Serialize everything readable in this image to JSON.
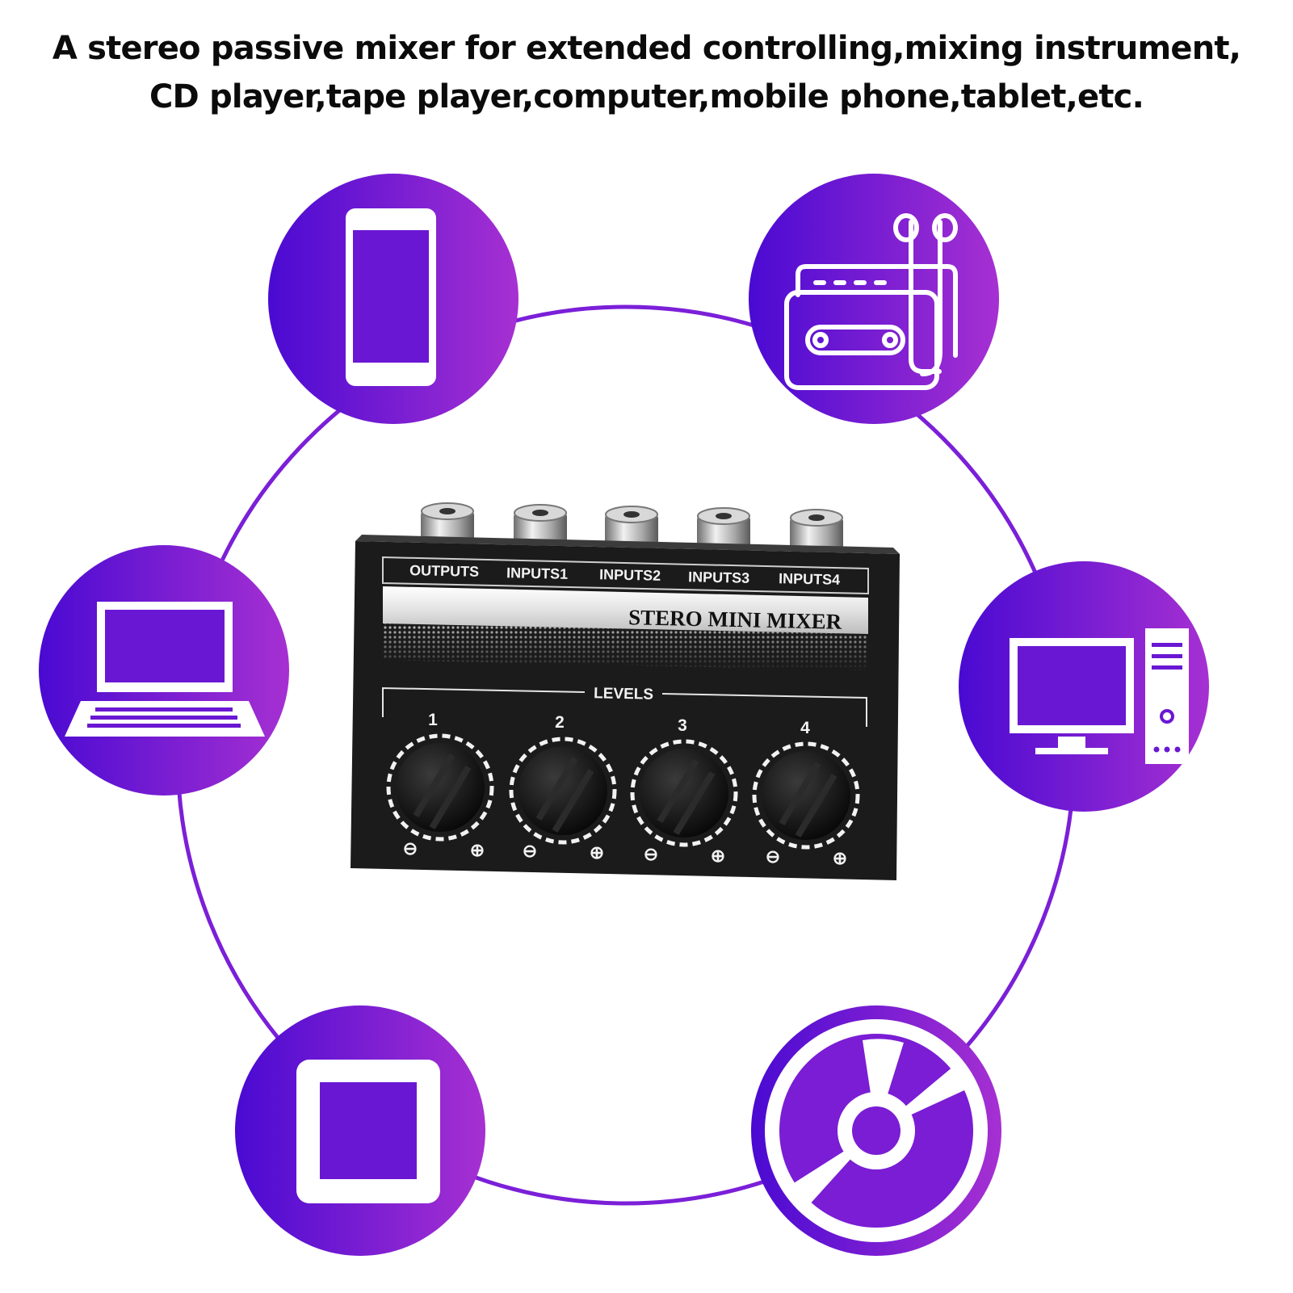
{
  "headline": {
    "line1": "A stereo passive mixer for extended controlling,mixing instrument,",
    "line2": "CD player,tape player,computer,mobile phone,tablet,etc."
  },
  "colors": {
    "gradient_start": "#4a0ad2",
    "gradient_end": "#a630d2",
    "ring": "#7b1fd8",
    "device_body": "#1b1b1b",
    "panel_label": "#f2f2f2"
  },
  "icons": [
    "mobile-phone-icon",
    "cassette-player-icon",
    "laptop-icon",
    "desktop-computer-icon",
    "tablet-icon",
    "cd-disc-icon"
  ],
  "mixer": {
    "jack_labels": [
      "OUTPUTS",
      "INPUTS1",
      "INPUTS2",
      "INPUTS3",
      "INPUTS4"
    ],
    "brand": "STERO MINI MIXER",
    "levels_label": "LEVELS",
    "knobs": [
      {
        "number": "1",
        "minus": "⊖",
        "plus": "⊕"
      },
      {
        "number": "2",
        "minus": "⊖",
        "plus": "⊕"
      },
      {
        "number": "3",
        "minus": "⊖",
        "plus": "⊕"
      },
      {
        "number": "4",
        "minus": "⊖",
        "plus": "⊕"
      }
    ]
  }
}
